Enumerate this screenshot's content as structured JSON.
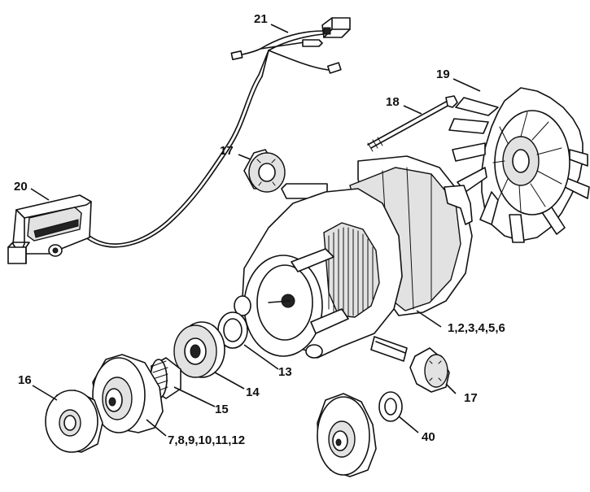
{
  "callouts": {
    "c1": "21",
    "c2": "19",
    "c3": "18",
    "c4": "17",
    "c5": "20",
    "c6": "1,2,3,4,5,6",
    "c7": "13",
    "c8": "14",
    "c9": "15",
    "c10": "16",
    "c11": "7,8,9,10,11,12",
    "c12": "17",
    "c13": "40"
  }
}
